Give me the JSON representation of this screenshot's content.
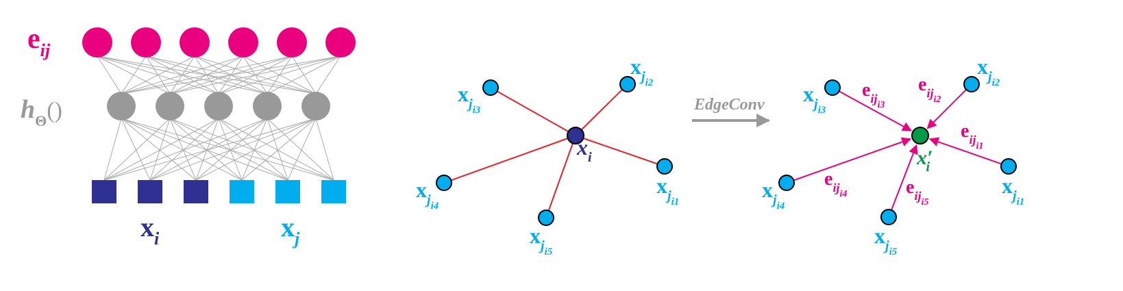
{
  "colors": {
    "edge_feature": "#ea007f",
    "hidden": "#999999",
    "xi": "#2e3192",
    "xj": "#00aeef",
    "mlp_line": "#aaaaaa",
    "graph_edge": "#e8202a",
    "output_node": "#009a49",
    "arrow": "#999999",
    "text_default": "#000000"
  },
  "mlp": {
    "label_e": {
      "base": "e",
      "sub": "ij"
    },
    "label_h": {
      "base": "h",
      "sub": "Θ",
      "suffix": "()"
    },
    "label_xi": {
      "base": "x",
      "sub": "i"
    },
    "label_xj": {
      "base": "x",
      "sub": "j"
    },
    "top_count": 6,
    "hidden_count": 5,
    "xi_count": 3,
    "xj_count": 3
  },
  "graph_left": {
    "center": {
      "base": "x",
      "sub": "i"
    },
    "neighbors": [
      {
        "base": "x",
        "sub": "j",
        "subsub": "i3"
      },
      {
        "base": "x",
        "sub": "j",
        "subsub": "i2"
      },
      {
        "base": "x",
        "sub": "j",
        "subsub": "i1"
      },
      {
        "base": "x",
        "sub": "j",
        "subsub": "i4"
      },
      {
        "base": "x",
        "sub": "j",
        "subsub": "i5"
      }
    ]
  },
  "arrow_label": "EdgeConv",
  "graph_right": {
    "center": {
      "base": "x",
      "prime": "′",
      "sub": "i"
    },
    "neighbors": [
      {
        "base": "x",
        "sub": "j",
        "subsub": "i3"
      },
      {
        "base": "x",
        "sub": "j",
        "subsub": "i2"
      },
      {
        "base": "x",
        "sub": "j",
        "subsub": "i1"
      },
      {
        "base": "x",
        "sub": "j",
        "subsub": "i4"
      },
      {
        "base": "x",
        "sub": "j",
        "subsub": "i5"
      }
    ],
    "edges": [
      {
        "base": "e",
        "sub": "ij",
        "subsub": "i3"
      },
      {
        "base": "e",
        "sub": "ij",
        "subsub": "i2"
      },
      {
        "base": "e",
        "sub": "ij",
        "subsub": "i1"
      },
      {
        "base": "e",
        "sub": "ij",
        "subsub": "i4"
      },
      {
        "base": "e",
        "sub": "ij",
        "subsub": "i5"
      }
    ]
  }
}
